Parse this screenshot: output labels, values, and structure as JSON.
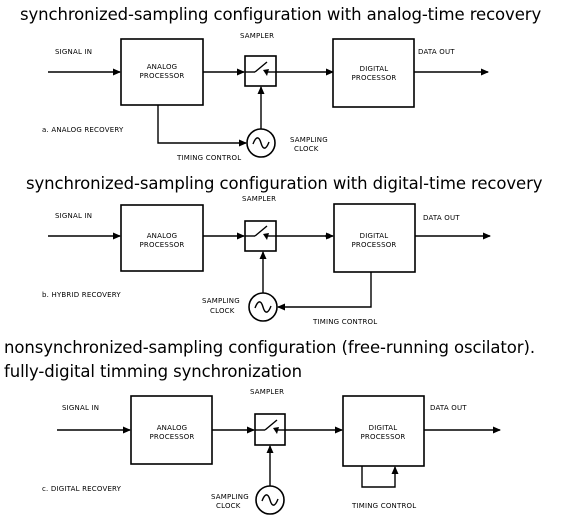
{
  "sections": [
    {
      "heading": "synchronized-sampling configuration with analog-time recovery",
      "signal_in": "SIGNAL IN",
      "sampler": "SAMPLER",
      "data_out": "DATA OUT",
      "analog_processor": [
        "ANALOG",
        "PROCESSOR"
      ],
      "digital_processor": [
        "DIGITAL",
        "PROCESSOR"
      ],
      "caption": "a. ANALOG RECOVERY",
      "sampling_clock": [
        "SAMPLING",
        "CLOCK"
      ],
      "timing_control": "TIMING CONTROL"
    },
    {
      "heading": "synchronized-sampling configuration with digital-time recovery",
      "signal_in": "SIGNAL IN",
      "sampler": "SAMPLER",
      "data_out": "DATA OUT",
      "analog_processor": [
        "ANALOG",
        "PROCESSOR"
      ],
      "digital_processor": [
        "DIGITAL",
        "PROCESSOR"
      ],
      "caption": "b. HYBRID RECOVERY",
      "sampling_clock": [
        "SAMPLING",
        "CLOCK"
      ],
      "timing_control": "TIMING CONTROL"
    },
    {
      "heading": "nonsynchronized-sampling configuration (free-running oscilator).",
      "heading2": "fully-digital timming synchronization",
      "signal_in": "SIGNAL IN",
      "sampler": "SAMPLER",
      "data_out": "DATA OUT",
      "analog_processor": [
        "ANALOG",
        "PROCESSOR"
      ],
      "digital_processor": [
        "DIGITAL",
        "PROCESSOR"
      ],
      "caption": "c. DIGITAL RECOVERY",
      "sampling_clock": [
        "SAMPLING",
        "CLOCK"
      ],
      "timing_control": "TIMING CONTROL"
    }
  ]
}
